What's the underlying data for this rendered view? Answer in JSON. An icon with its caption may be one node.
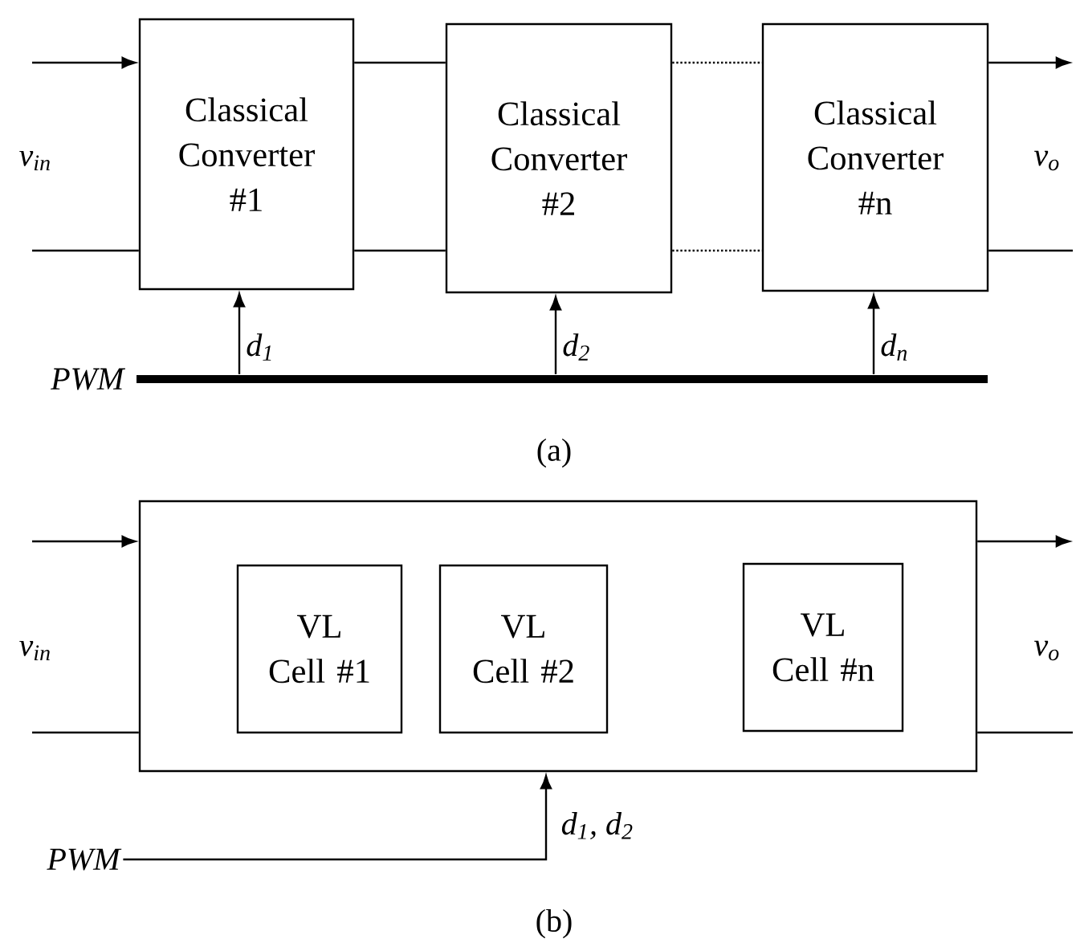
{
  "diagram": {
    "nodes": [
      {
        "text": [
          "Classical Converter #1"
        ]
      },
      {
        "text": [
          "Classical Converter #2"
        ]
      },
      {
        "text": [
          "Classical Converter #n"
        ]
      },
      {
        "text": [],
        "shape": "bar",
        "beside": [
          "PWM"
        ]
      },
      {
        "text": [],
        "shape": "box"
      },
      {
        "text": [
          "VL Cell #1"
        ],
        "in": 4
      },
      {
        "text": [
          "VL Cell #2"
        ],
        "in": 4
      },
      {
        "text": [
          "VL Cell #n"
        ],
        "in": 4
      },
      {
        "text": [
          "PWM"
        ]
      }
    ],
    "edges": [
      {
        "from": null,
        "to": 0,
        "arrow": "to"
      },
      {
        "from": null,
        "to": 0,
        "arrow": "none"
      },
      {
        "from": 0,
        "to": 1,
        "arrow": "none"
      },
      {
        "from": 0,
        "to": 1,
        "arrow": "none"
      },
      {
        "from": 1,
        "to": 2,
        "arrow": "none",
        "style": "dashed"
      },
      {
        "from": 1,
        "to": 2,
        "arrow": "none",
        "style": "dashed"
      },
      {
        "from": 2,
        "to": null,
        "arrow": "to"
      },
      {
        "from": 2,
        "to": null,
        "arrow": "none"
      },
      {
        "from": 3,
        "to": 0,
        "arrow": "to",
        "label": "d$_{1}$"
      },
      {
        "from": 3,
        "to": 1,
        "arrow": "to",
        "label": "d$_{2}$"
      },
      {
        "from": 3,
        "to": 2,
        "arrow": "to",
        "label": "d$_{n}$"
      },
      {
        "from": null,
        "to": 4,
        "arrow": "to"
      },
      {
        "from": null,
        "to": 4,
        "arrow": "none"
      },
      {
        "from": 4,
        "to": null,
        "arrow": "to"
      },
      {
        "from": 4,
        "to": null,
        "arrow": "none"
      },
      {
        "from": 8,
        "to": 4,
        "arrow": "to",
        "label": "d$_{1}$, d$_{2}$"
      }
    ],
    "labels": [
      "v$_{in}$",
      "v$_{o}$",
      "(a)",
      "v$_{in}$",
      "v$_{o}$",
      "(b)"
    ]
  }
}
